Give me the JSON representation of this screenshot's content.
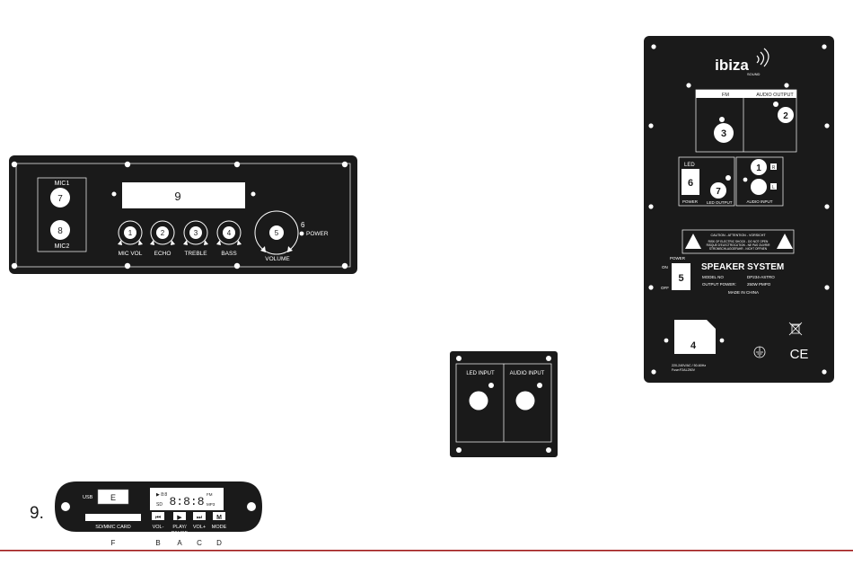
{
  "front_panel": {
    "mic1": "MIC1",
    "mic2": "MIC2",
    "mic1_num": "7",
    "mic2_num": "8",
    "display_num": "9",
    "knobs": [
      {
        "num": "1",
        "label": "MIC VOL"
      },
      {
        "num": "2",
        "label": "ECHO"
      },
      {
        "num": "3",
        "label": "TREBLE"
      },
      {
        "num": "4",
        "label": "BASS"
      }
    ],
    "volume_num": "5",
    "volume_label": "VOLUME",
    "power_num": "6",
    "power_label": "POWER"
  },
  "rear_panel": {
    "brand": "ibiza",
    "brand_sub": "SOUND",
    "fm_label": "FM",
    "audio_output_label": "AUDIO OUTPUT",
    "num_fm": "3",
    "num_audio_output": "2",
    "led_label": "LED",
    "num_led": "6",
    "power_small": "POWER",
    "num_led_output": "7",
    "led_output_label": "LED OUTPUT",
    "num_audio_input": "1",
    "audio_input_label": "AUDIO INPUT",
    "r_label": "R",
    "l_label": "L",
    "caution_title": "CAUTION - ATTENTION - VORSICHT",
    "caution_line1": "RISK OF ELECTRIC SHOCK - DO NOT OPEN",
    "caution_line2": "RISQUE D'ELECTROCUTION - NE PAS OUVRIR",
    "caution_line3": "STROMSCHLAGGEFAHR - NICHT OFFNEN",
    "power_label": "POWER",
    "on_label": "ON",
    "off_label": "OFF",
    "num_power": "5",
    "system_title": "SPEAKER SYSTEM",
    "model_label": "MODEL NO",
    "model_value": "DP234-ASTRO",
    "output_label": "OUTPUT POWER:",
    "output_value": "250W PMPO",
    "made_in": "MADE IN CHINA",
    "num_ac": "4",
    "ac_line1": "220-240V/AC / 50-60Hz",
    "ac_line2": "Fuse:F2AL250V",
    "ce_mark": "CE"
  },
  "small_panel": {
    "led_input": "LED INPUT",
    "audio_input": "AUDIO INPUT"
  },
  "mp3_module": {
    "item_number": "9.",
    "usb_label": "USB",
    "usb_letter": "E",
    "sd_label": "SD/MMC CARD",
    "display_digits": "8:8:8",
    "disp_play": "▶ 8:8",
    "disp_fm": "FM",
    "disp_mp3": "MP3",
    "disp_sd": "SD",
    "buttons": [
      {
        "icon": "⏮",
        "label": "VOL-"
      },
      {
        "icon": "▶",
        "label": "PLAY/"
      },
      {
        "icon": "⏭",
        "label": "VOL+"
      },
      {
        "icon": "M",
        "label": "MODE"
      }
    ],
    "pause_label": "PAUSE",
    "letters": [
      "F",
      "B",
      "A",
      "C",
      "D"
    ]
  },
  "colors": {
    "panel": "#1a1a1a",
    "rule": "#a01818"
  }
}
